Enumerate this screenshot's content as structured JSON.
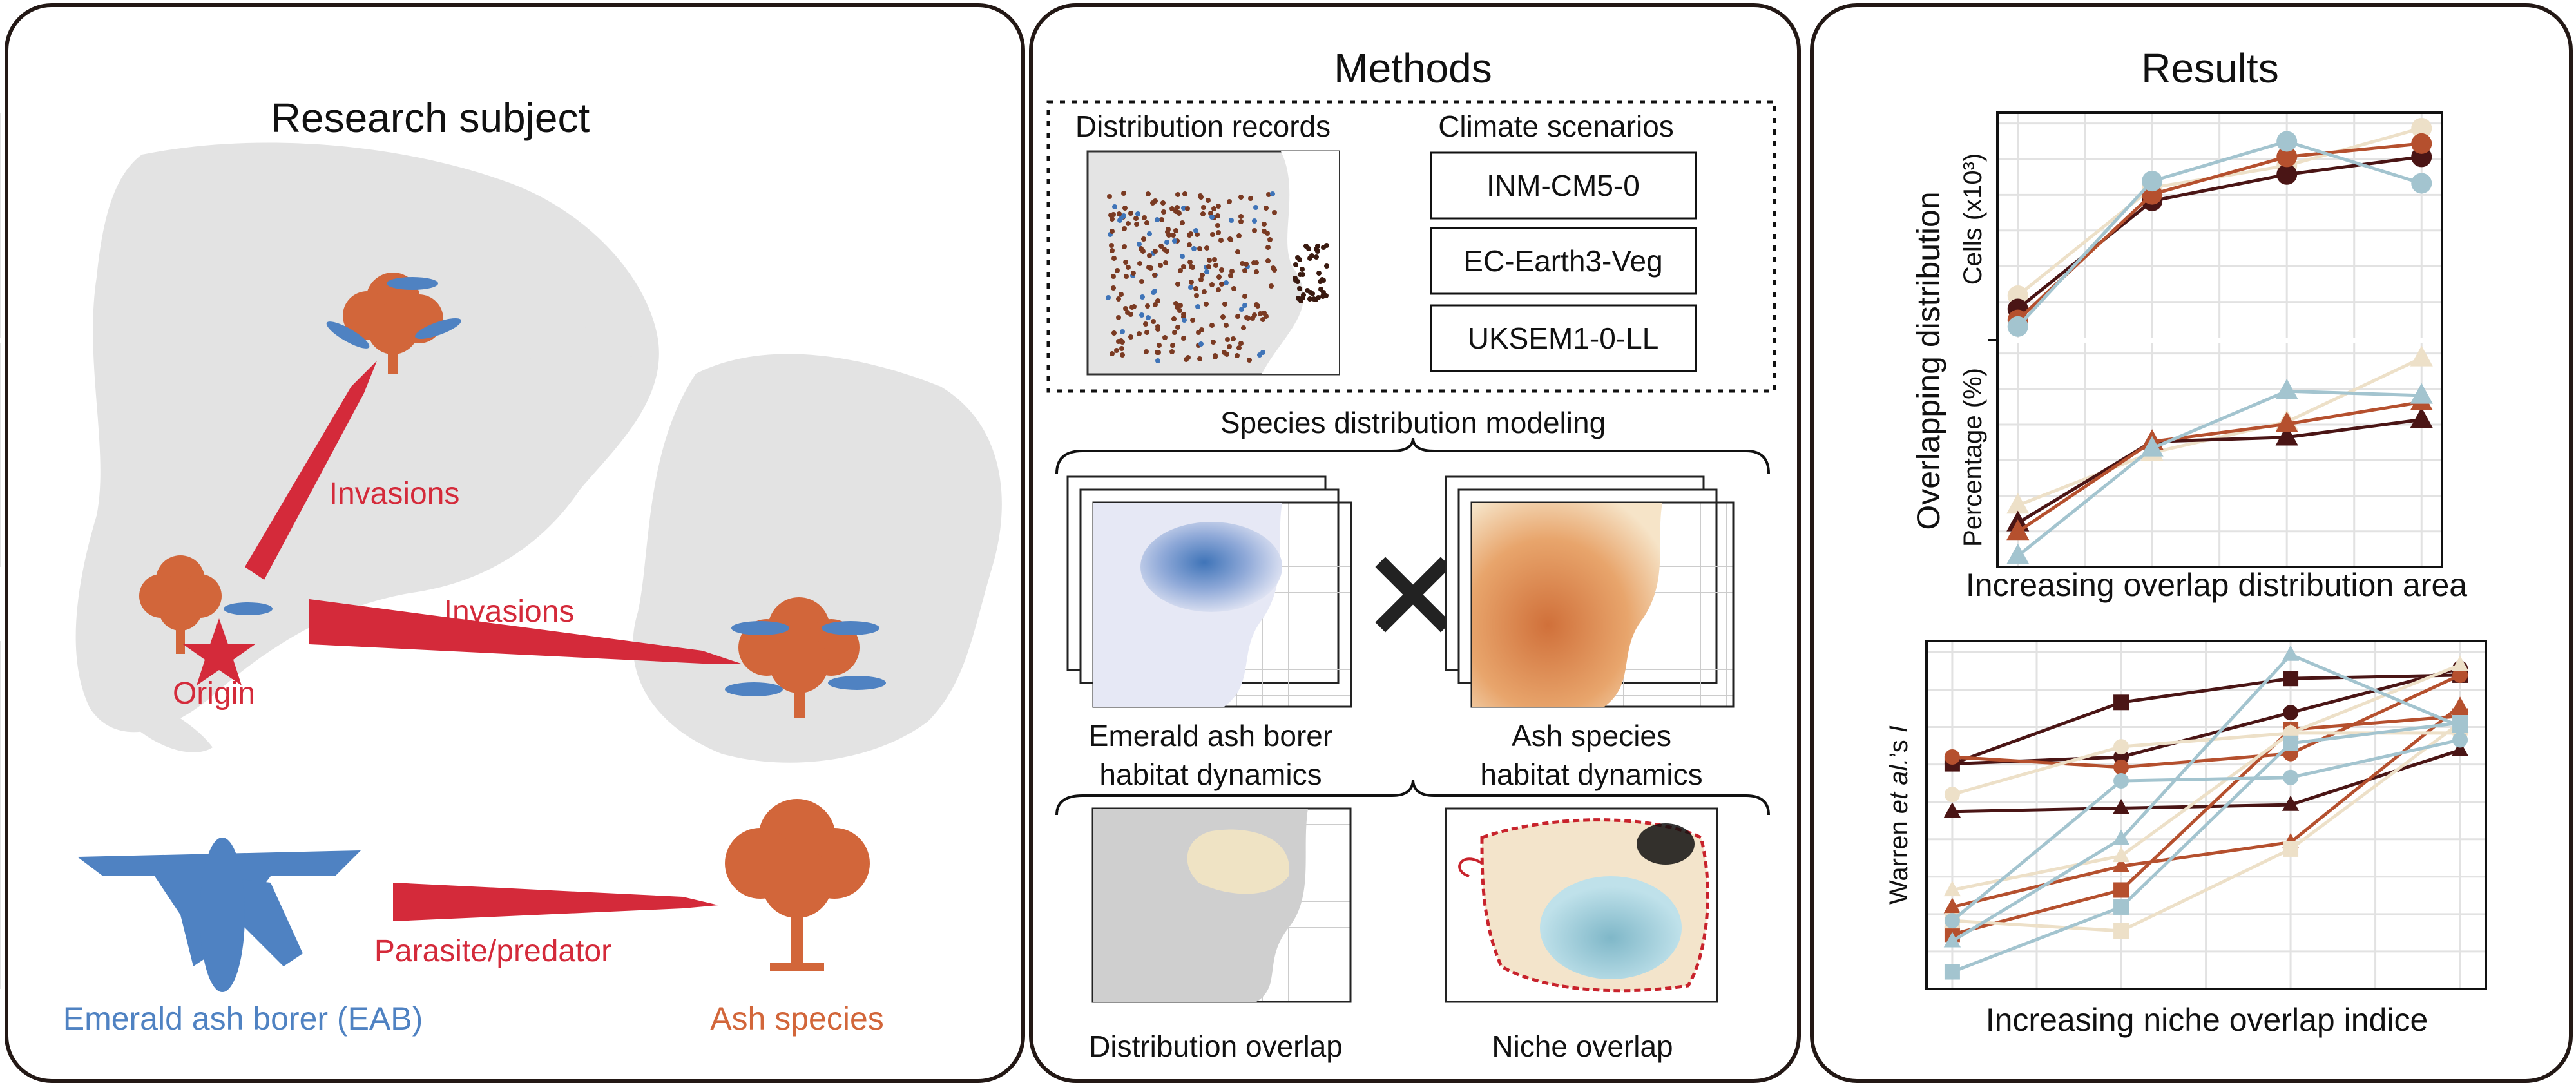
{
  "colors": {
    "invasion_red": "#d42a3a",
    "eab_blue": "#4f82c2",
    "ash_orange": "#d2663a",
    "series_dark": "#4a1515",
    "series_rust": "#b5502e",
    "series_blue": "#a3c4cf",
    "series_cream": "#ede0c8",
    "land_grey": "#e3e3e3"
  },
  "research": {
    "title": "Research subject",
    "invasions_1": "Invasions",
    "invasions_2": "Invasions",
    "origin": "Origin",
    "eab": "Emerald ash borer (EAB)",
    "relation": "Parasite/predator",
    "ash": "Ash species",
    "icons": [
      "world-map",
      "ash-tree",
      "eab-insect",
      "origin-star",
      "invasion-arrow"
    ]
  },
  "methods": {
    "title": "Methods",
    "distribution_records": "Distribution records",
    "climate_scenarios": "Climate scenarios",
    "scenarios": [
      "INM-CM5-0",
      "EC-Earth3-Veg",
      "UKSEM1-0-LL"
    ],
    "sdm": "Species distribution modeling",
    "eab_habitat_1": "Emerald ash borer",
    "eab_habitat_2": "habitat dynamics",
    "ash_habitat_1": "Ash species",
    "ash_habitat_2": "habitat dynamics",
    "distribution_overlap": "Distribution overlap",
    "niche_overlap": "Niche overlap",
    "cross_icon": "multiply-cross"
  },
  "results": {
    "title": "Results"
  },
  "chart_data": [
    {
      "type": "line",
      "ylabel": "Overlapping distribution",
      "xlabel": "Increasing overlap distribution area",
      "x": [
        1,
        2,
        3,
        4
      ],
      "panels": [
        {
          "ylabel": "Cells (x10³)",
          "marker": "circle",
          "series": [
            {
              "color": "#ede0c8",
              "values": [
                1.9,
                6.8,
                7.8,
                9.5
              ]
            },
            {
              "color": "#4a1515",
              "values": [
                1.3,
                6.2,
                7.4,
                8.2
              ]
            },
            {
              "color": "#b5502e",
              "values": [
                0.8,
                6.5,
                8.2,
                8.8
              ]
            },
            {
              "color": "#a3c4cf",
              "values": [
                0.5,
                7.1,
                8.9,
                7.0
              ]
            }
          ]
        },
        {
          "ylabel": "Percentage (%)",
          "marker": "triangle",
          "series": [
            {
              "color": "#ede0c8",
              "values": [
                2.8,
                5.2,
                6.6,
                9.5
              ]
            },
            {
              "color": "#4a1515",
              "values": [
                2.0,
                5.7,
                5.9,
                6.7
              ]
            },
            {
              "color": "#b5502e",
              "values": [
                1.6,
                5.7,
                6.5,
                7.5
              ]
            },
            {
              "color": "#a3c4cf",
              "values": [
                0.5,
                5.4,
                8.0,
                7.8
              ]
            }
          ]
        }
      ],
      "grid": true
    },
    {
      "type": "line",
      "ylabel_parts": [
        "Warren ",
        "et al.",
        "’s ",
        "I"
      ],
      "xlabel": "Increasing niche overlap indice",
      "x": [
        1,
        2,
        3,
        4
      ],
      "grid": true,
      "series": [
        {
          "color": "#4a1515",
          "marker": "square",
          "values": [
            6.6,
            8.4,
            9.1,
            9.2
          ]
        },
        {
          "color": "#4a1515",
          "marker": "circle",
          "values": [
            6.6,
            6.8,
            8.1,
            9.4
          ]
        },
        {
          "color": "#4a1515",
          "marker": "triangle",
          "values": [
            5.2,
            5.3,
            5.4,
            7.0
          ]
        },
        {
          "color": "#b5502e",
          "marker": "circle",
          "values": [
            6.8,
            6.5,
            6.9,
            9.2
          ]
        },
        {
          "color": "#b5502e",
          "marker": "square",
          "values": [
            1.6,
            2.9,
            7.6,
            8.0
          ]
        },
        {
          "color": "#b5502e",
          "marker": "triangle",
          "values": [
            2.4,
            3.6,
            4.3,
            8.3
          ]
        },
        {
          "color": "#ede0c8",
          "marker": "circle",
          "values": [
            5.7,
            7.1,
            7.5,
            7.5
          ]
        },
        {
          "color": "#ede0c8",
          "marker": "triangle",
          "values": [
            2.9,
            3.9,
            7.5,
            9.5
          ]
        },
        {
          "color": "#ede0c8",
          "marker": "square",
          "values": [
            2.0,
            1.7,
            4.1,
            7.8
          ]
        },
        {
          "color": "#a3c4cf",
          "marker": "circle",
          "values": [
            2.0,
            6.1,
            6.2,
            7.3
          ]
        },
        {
          "color": "#a3c4cf",
          "marker": "triangle",
          "values": [
            1.4,
            4.4,
            9.8,
            7.7
          ]
        },
        {
          "color": "#a3c4cf",
          "marker": "square",
          "values": [
            0.5,
            2.4,
            7.2,
            7.8
          ]
        }
      ]
    }
  ]
}
